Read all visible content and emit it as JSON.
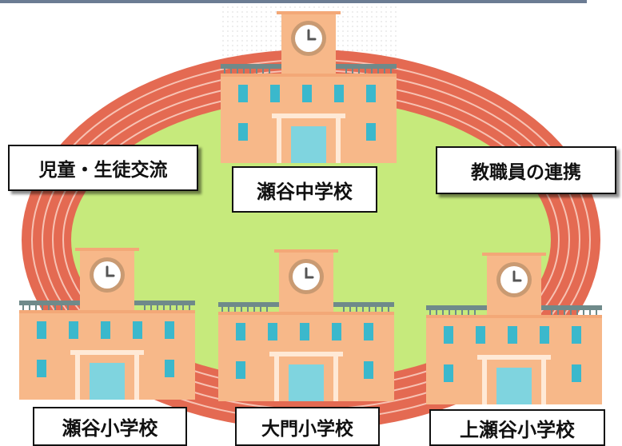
{
  "schools": {
    "middle": "瀬谷中学校",
    "elem_left": "瀬谷小学校",
    "elem_center": "大門小学校",
    "elem_right": "上瀬谷小学校"
  },
  "bubbles": {
    "students": "児童・生徒交流",
    "staff": "教職員の連携"
  },
  "colors": {
    "track": "#e46a52",
    "track_lines": "#f7c2b3",
    "field": "#c6ea7c",
    "building": "#f7b889",
    "window": "#3bb8cc",
    "door": "#7fd4df",
    "roof_rail": "#6f8a8a"
  }
}
